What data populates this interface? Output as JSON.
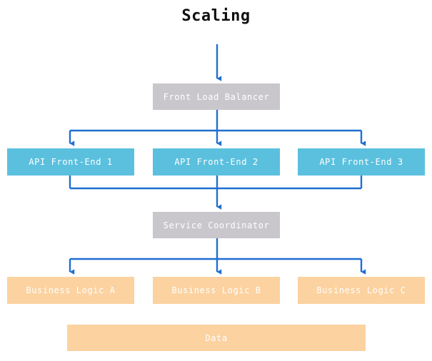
{
  "title": "Scaling",
  "colors": {
    "background": "#ffffff",
    "title_text": "#111111",
    "node_text": "#ffffff",
    "gray_node": "#c9c6cc",
    "blue_node": "#5bc0de",
    "orange_node": "#fbd2a0",
    "edge": "#1f6fd0"
  },
  "diagram": {
    "type": "flowchart",
    "direction": "top-to-bottom",
    "tiers": [
      {
        "name": "entry",
        "nodes": [
          {
            "id": "front-load-balancer",
            "label": "Front Load Balancer",
            "style": "gray"
          }
        ]
      },
      {
        "name": "api-front-end",
        "nodes": [
          {
            "id": "api-front-end-1",
            "label": "API Front-End 1",
            "style": "blue"
          },
          {
            "id": "api-front-end-2",
            "label": "API Front-End 2",
            "style": "blue"
          },
          {
            "id": "api-front-end-3",
            "label": "API Front-End 3",
            "style": "blue"
          }
        ]
      },
      {
        "name": "coordination",
        "nodes": [
          {
            "id": "service-coordinator",
            "label": "Service Coordinator",
            "style": "gray"
          }
        ]
      },
      {
        "name": "business-logic",
        "nodes": [
          {
            "id": "business-logic-a",
            "label": "Business Logic A",
            "style": "orange"
          },
          {
            "id": "business-logic-b",
            "label": "Business Logic B",
            "style": "orange"
          },
          {
            "id": "business-logic-c",
            "label": "Business Logic C",
            "style": "orange"
          }
        ]
      },
      {
        "name": "storage",
        "nodes": [
          {
            "id": "data",
            "label": "Data",
            "style": "orange"
          }
        ]
      }
    ],
    "edges": [
      {
        "from": "external-input",
        "to": "front-load-balancer",
        "arrow": true
      },
      {
        "from": "front-load-balancer",
        "to": "api-front-end-1",
        "arrow": true
      },
      {
        "from": "front-load-balancer",
        "to": "api-front-end-2",
        "arrow": true
      },
      {
        "from": "front-load-balancer",
        "to": "api-front-end-3",
        "arrow": true
      },
      {
        "from": "api-front-end-1",
        "to": "service-coordinator",
        "arrow": true
      },
      {
        "from": "api-front-end-2",
        "to": "service-coordinator",
        "arrow": true
      },
      {
        "from": "api-front-end-3",
        "to": "service-coordinator",
        "arrow": true
      },
      {
        "from": "service-coordinator",
        "to": "business-logic-a",
        "arrow": true
      },
      {
        "from": "service-coordinator",
        "to": "business-logic-b",
        "arrow": true
      },
      {
        "from": "service-coordinator",
        "to": "business-logic-c",
        "arrow": true
      }
    ]
  }
}
